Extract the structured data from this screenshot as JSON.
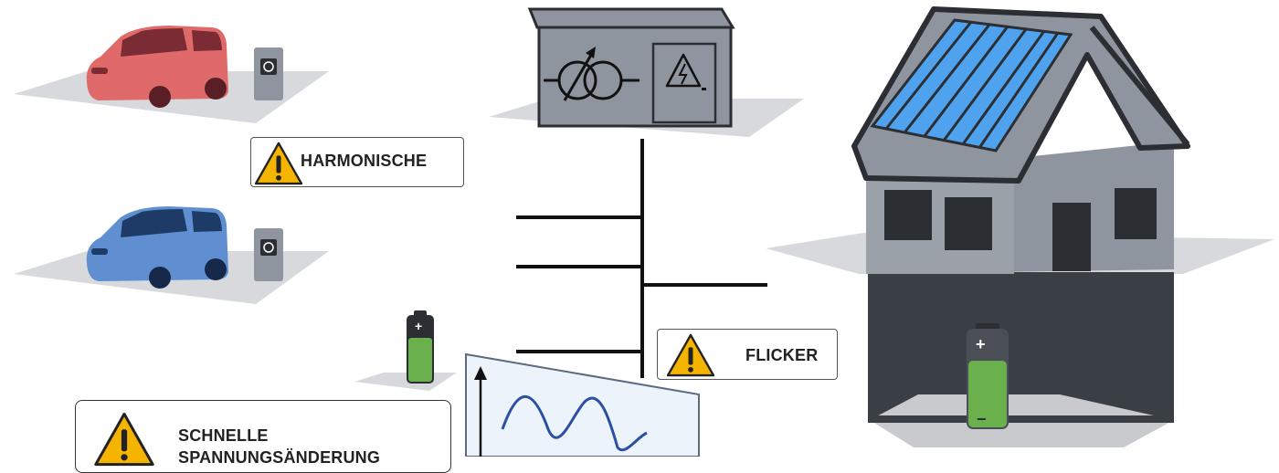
{
  "warnings": {
    "harmonics": "HARMONISCHE",
    "flicker": "FLICKER",
    "rapid_voltage": "SCHNELLE",
    "rapid_voltage_line2": "SPANNUNGSÄNDERUNG"
  },
  "battery_marks": {
    "plus": "+",
    "minus": "−"
  },
  "colors": {
    "car_red": "#e06a6a",
    "car_blue": "#5f8fd1",
    "solar": "#4fa3ee",
    "house_grey": "#8e959e",
    "dark": "#2b2e33",
    "battery_green": "#6ab04c",
    "warning_yellow": "#f5b400"
  },
  "icons": [
    "charger-icon",
    "transformer-icon",
    "high-voltage-icon",
    "warning-icon",
    "battery-icon",
    "solar-panel-icon"
  ]
}
